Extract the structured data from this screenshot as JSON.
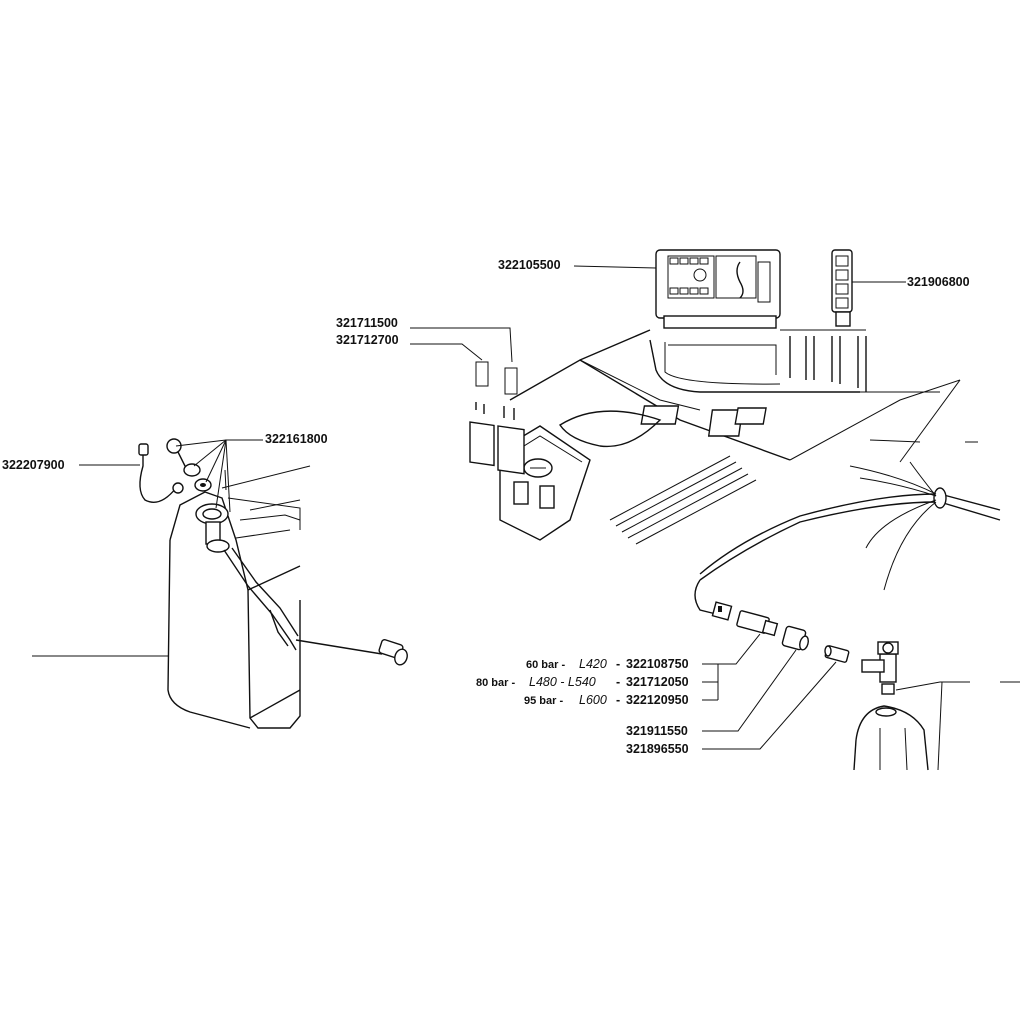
{
  "parts": {
    "p322105500": "322105500",
    "p321906800": "321906800",
    "p321711500": "321711500",
    "p321712700": "321712700",
    "p322207900": "322207900",
    "p322161800": "322161800",
    "p322108750": "322108750",
    "p321712050": "321712050",
    "p322120950": "322120950",
    "p321911550": "321911550",
    "p321896550": "321896550"
  },
  "variants": [
    {
      "pressure": "60 bar -",
      "model": "L420",
      "dash": "-"
    },
    {
      "pressure": "80 bar -",
      "model": "L480 - L540",
      "dash": "-"
    },
    {
      "pressure": "95 bar -",
      "model": "L600",
      "dash": "-"
    }
  ]
}
